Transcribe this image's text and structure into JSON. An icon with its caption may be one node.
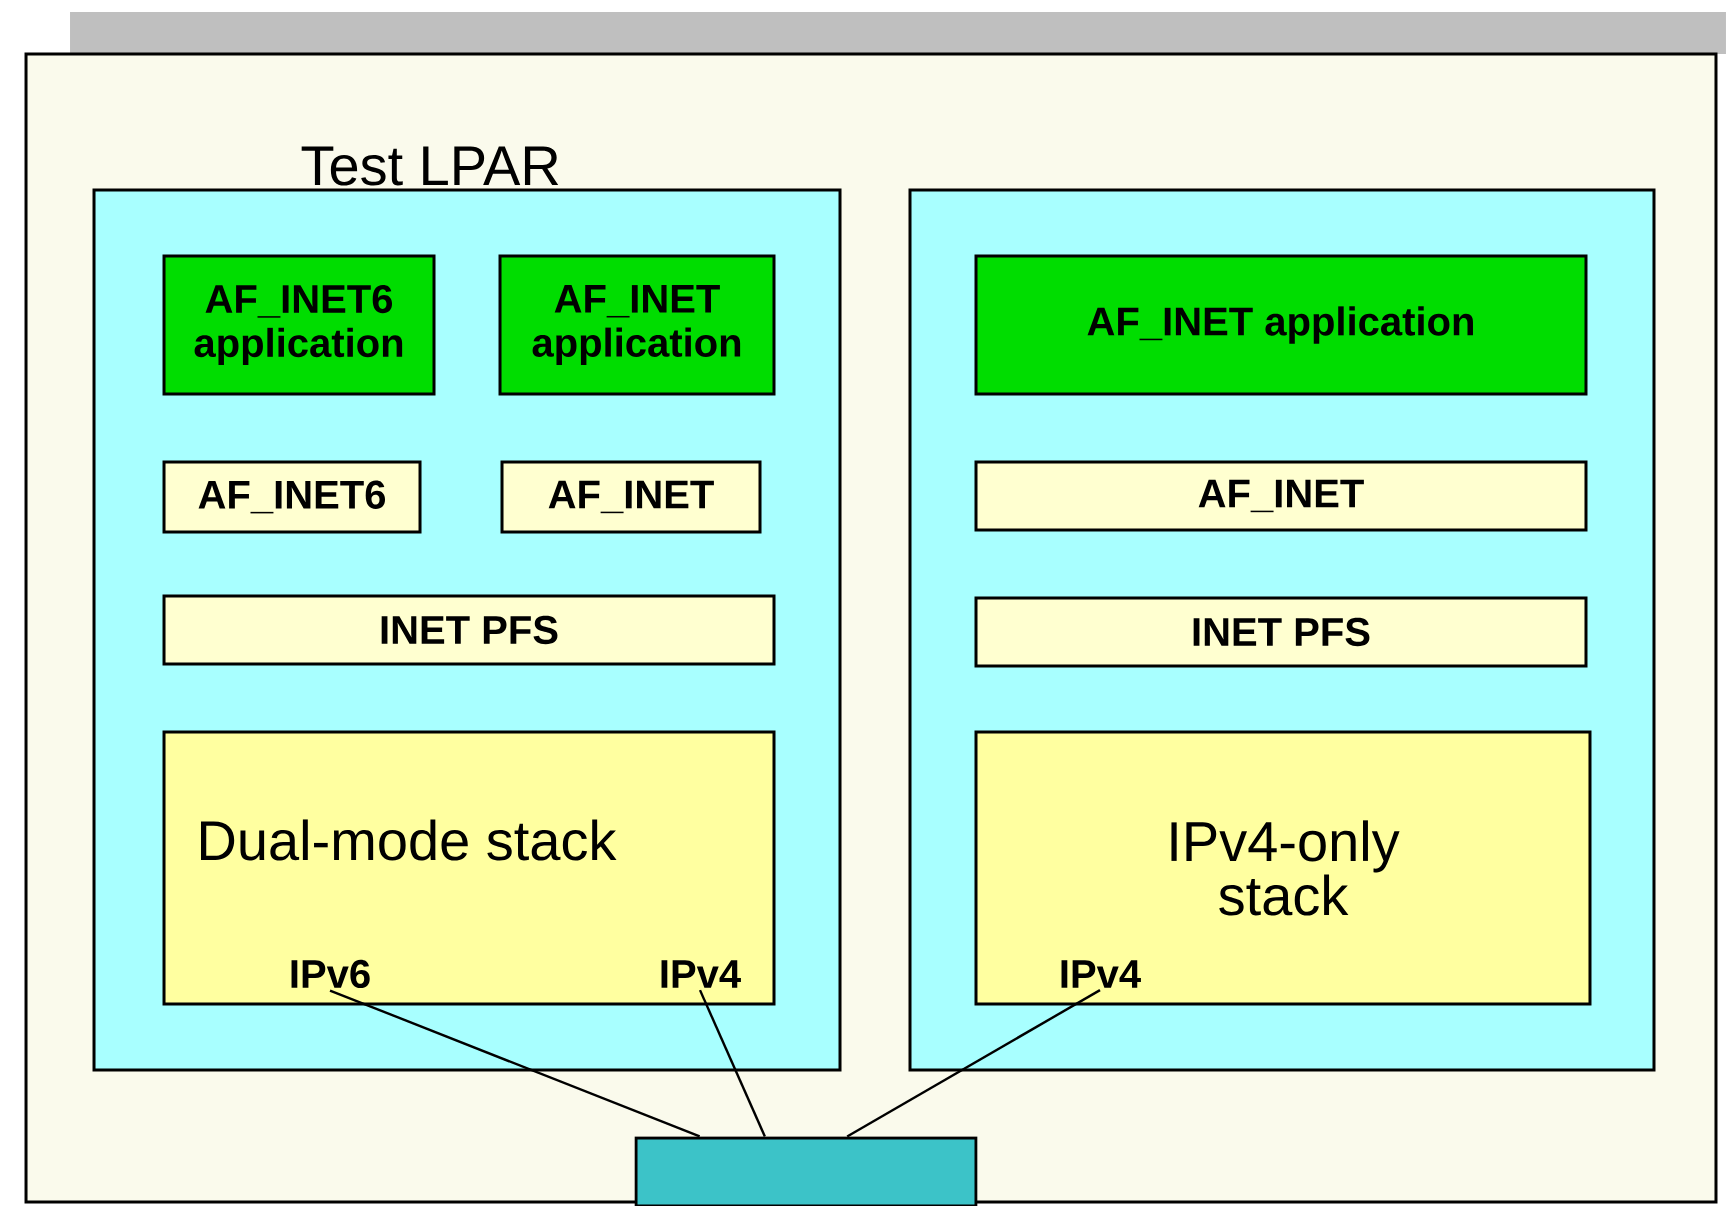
{
  "diagram": {
    "nodes": [
      {
        "text": [
          "Test LPAR"
        ]
      },
      {
        "text": [
          "AF_INET6 application"
        ],
        "in": 0
      },
      {
        "text": [
          "AF_INET application"
        ],
        "in": 0
      },
      {
        "text": [
          "AF_INET6"
        ],
        "in": 0
      },
      {
        "text": [
          "AF_INET"
        ],
        "in": 0
      },
      {
        "text": [
          "INET PFS"
        ],
        "in": 0
      },
      {
        "text": [
          "Dual-mode stack"
        ],
        "in": 0
      },
      {
        "text": [
          "IPv6"
        ],
        "in": 6
      },
      {
        "text": [
          "IPv4"
        ],
        "in": 6
      },
      {
        "text": [],
        "shape": "box"
      },
      {
        "text": [
          "AF_INET application"
        ],
        "in": 9
      },
      {
        "text": [
          "AF_INET"
        ],
        "in": 9
      },
      {
        "text": [
          "INET PFS"
        ],
        "in": 9
      },
      {
        "text": [
          "IPv4-only stack"
        ],
        "in": 9
      },
      {
        "text": [
          "IPv4"
        ],
        "in": 13
      },
      {
        "text": [],
        "shape": "box"
      }
    ],
    "edges": [
      {
        "from": 7,
        "to": 15,
        "arrow": "none"
      },
      {
        "from": 8,
        "to": 15,
        "arrow": "none"
      },
      {
        "from": 14,
        "to": 15,
        "arrow": "none"
      }
    ]
  }
}
